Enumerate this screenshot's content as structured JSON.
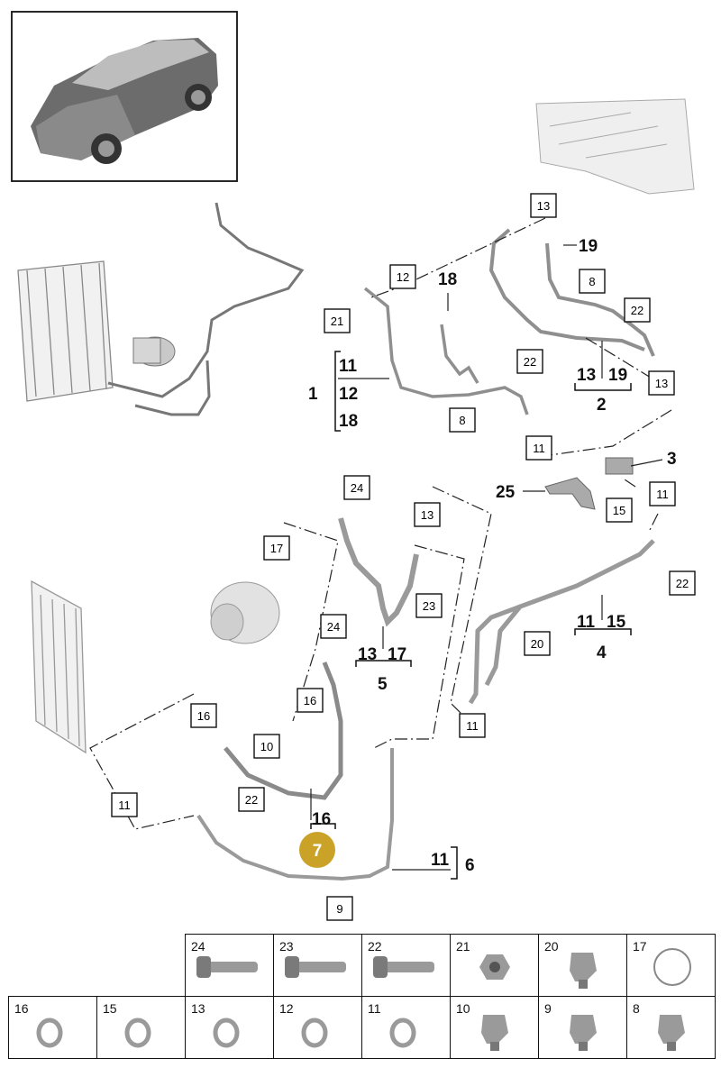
{
  "diagram": {
    "callouts": {
      "c1": "1",
      "c2": "2",
      "c3": "3",
      "c4": "4",
      "c5": "5",
      "c6": "6",
      "c7": "7",
      "b11a": "11",
      "b12a": "12",
      "b18a": "18",
      "b13b": "13",
      "b19b": "19",
      "b11c": "11",
      "b15c": "15",
      "b13d": "13",
      "b17d": "17",
      "b11e": "11",
      "b16f": "16",
      "b18top": "18",
      "b19top": "19"
    },
    "boxes": {
      "x13a": "13",
      "x12a": "12",
      "x21a": "21",
      "x8a": "8",
      "x22a": "22",
      "x8b": "8",
      "x22b": "22",
      "x13b": "13",
      "x11a": "11",
      "x11b": "11",
      "x15a": "15",
      "x24a": "24",
      "x13c": "13",
      "x17a": "17",
      "x23a": "23",
      "x22c": "22",
      "x20a": "20",
      "x24b": "24",
      "x16a": "16",
      "x16b": "16",
      "x10a": "10",
      "x11c": "11",
      "x22d": "22",
      "x11d": "11",
      "x9a": "9"
    }
  },
  "parts_table": {
    "row1": [
      "24",
      "23",
      "22",
      "21",
      "20",
      "17"
    ],
    "row2": [
      "16",
      "15",
      "13",
      "12",
      "11",
      "10",
      "9",
      "8"
    ]
  },
  "colors": {
    "accent_circle": "#c9a227",
    "line": "#222222",
    "part_gray": "#9a9a9a"
  }
}
